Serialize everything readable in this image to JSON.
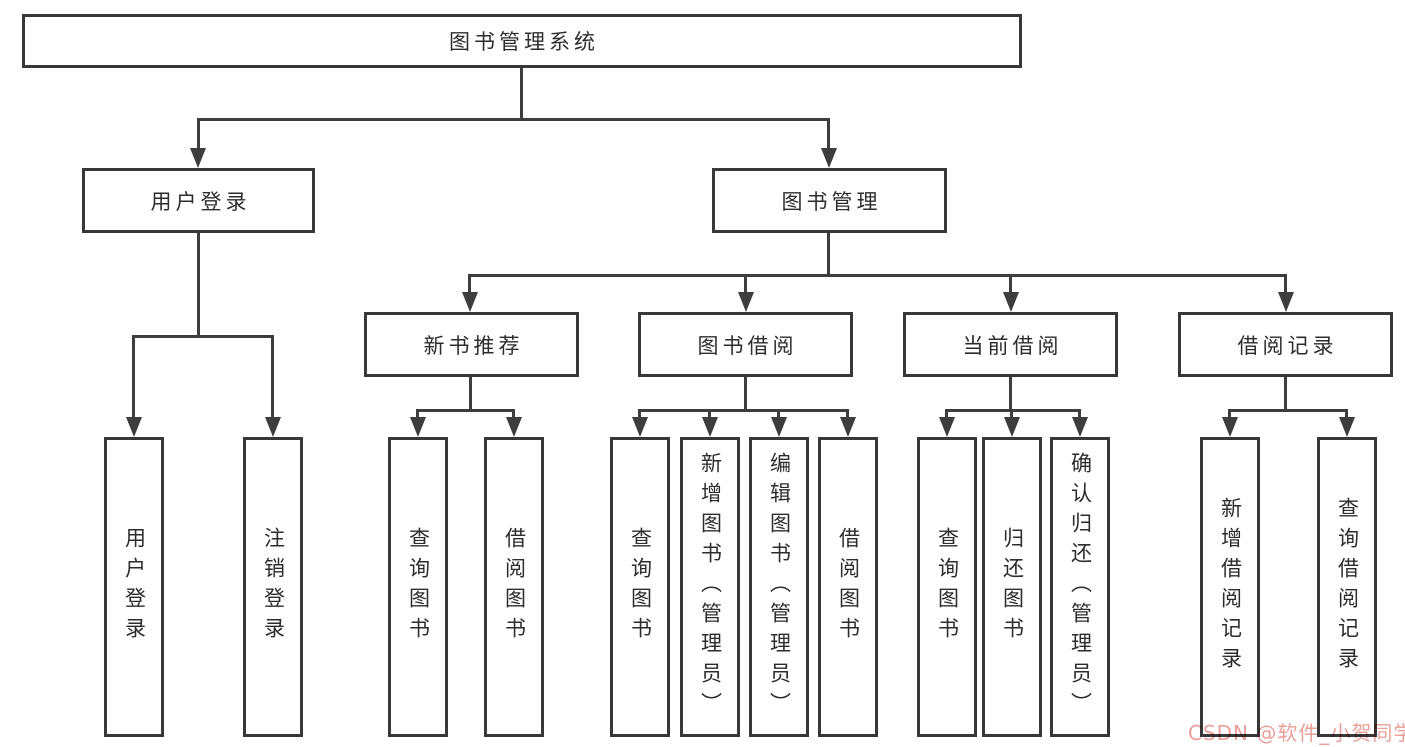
{
  "diagram": {
    "root": {
      "label": "图书管理系统"
    },
    "level1": [
      {
        "label": "用户登录"
      },
      {
        "label": "图书管理"
      }
    ],
    "level2": [
      {
        "label": "新书推荐"
      },
      {
        "label": "图书借阅"
      },
      {
        "label": "当前借阅"
      },
      {
        "label": "借阅记录"
      }
    ],
    "leaves": [
      {
        "label": "用户登录"
      },
      {
        "label": "注销登录"
      },
      {
        "label": "查询图书"
      },
      {
        "label": "借阅图书"
      },
      {
        "label": "查询图书"
      },
      {
        "label": "新增图书（管理员）"
      },
      {
        "label": "编辑图书（管理员）"
      },
      {
        "label": "借阅图书"
      },
      {
        "label": "查询图书"
      },
      {
        "label": "归还图书"
      },
      {
        "label": "确认归还（管理员）"
      },
      {
        "label": "新增借阅记录"
      },
      {
        "label": "查询借阅记录"
      }
    ],
    "colors": {
      "line": "#3d3d3d",
      "box_border": "#383838",
      "text": "#2d2d2d",
      "watermark": "#eb9f9a",
      "background": "#ffffff"
    }
  },
  "watermark": {
    "text": "CSDN @软件_小贺同学"
  }
}
